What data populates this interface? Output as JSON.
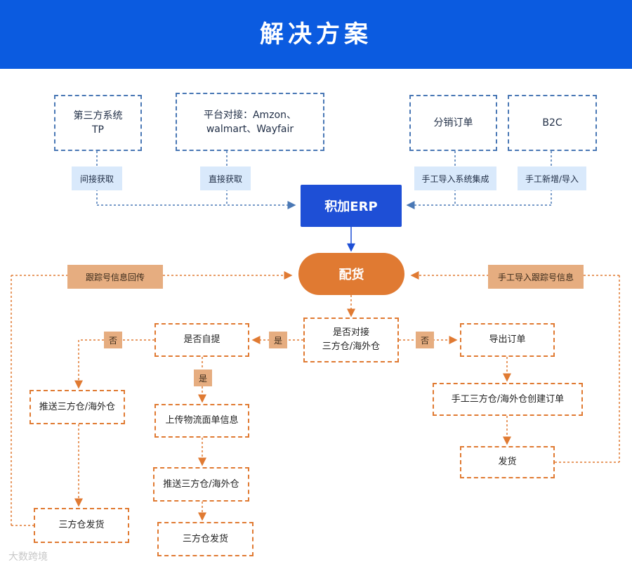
{
  "header": {
    "title": "解决方案"
  },
  "sources": {
    "tp": [
      "第三方系统",
      "TP"
    ],
    "platform": [
      "平台对接：Amzon、",
      "walmart、Wayfair"
    ],
    "distribution": "分销订单",
    "b2c": "B2C"
  },
  "source_tags": {
    "indirect": "间接获取",
    "direct": "直接获取",
    "manual_integration": "手工导入系统集成",
    "manual_add": "手工新增/导入"
  },
  "core": {
    "erp": "积加ERP",
    "allocate": "配货"
  },
  "side_tags": {
    "tracking_return": "跟踪号信息回传",
    "manual_tracking": "手工导入跟踪号信息"
  },
  "decisions": {
    "connect_3pl": [
      "是否对接",
      "三方仓/海外仓"
    ],
    "self_pickup": "是否自提",
    "yes": "是",
    "no": "否"
  },
  "flow_left": {
    "push": "推送三方仓/海外仓",
    "ship": "三方仓发货"
  },
  "flow_mid": {
    "upload": "上传物流面单信息",
    "push": "推送三方仓/海外仓",
    "ship": "三方仓发货"
  },
  "flow_right": {
    "export": "导出订单",
    "create": "手工三方仓/海外仓创建订单",
    "ship": "发货"
  },
  "watermark": "大数跨境",
  "colors": {
    "header": "#0b5be0",
    "blue_line": "#4a78b5",
    "orange_line": "#e07a32",
    "erp": "#1e4fd6"
  }
}
